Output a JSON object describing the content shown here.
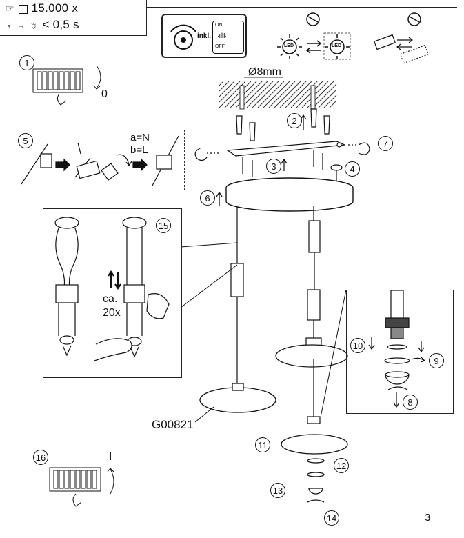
{
  "specs": {
    "cycles_value": "15.000 x",
    "time_value": "< 0,5 s"
  },
  "dimmer_badge": {
    "label": "inkl.",
    "on": "ON",
    "off": "OFF"
  },
  "led_label": "LED",
  "drill_label": "Ø8mm",
  "wiring_labels": {
    "a": "a=N",
    "b": "b=L"
  },
  "switch_off": "0",
  "switch_on": "I",
  "inset15": {
    "count_line1": "ca.",
    "count_line2": "20x"
  },
  "model_code": "G00821",
  "page_number": "3",
  "steps": [
    "1",
    "2",
    "3",
    "4",
    "5",
    "6",
    "7",
    "8",
    "9",
    "10",
    "11",
    "12",
    "13",
    "14",
    "15",
    "16"
  ]
}
